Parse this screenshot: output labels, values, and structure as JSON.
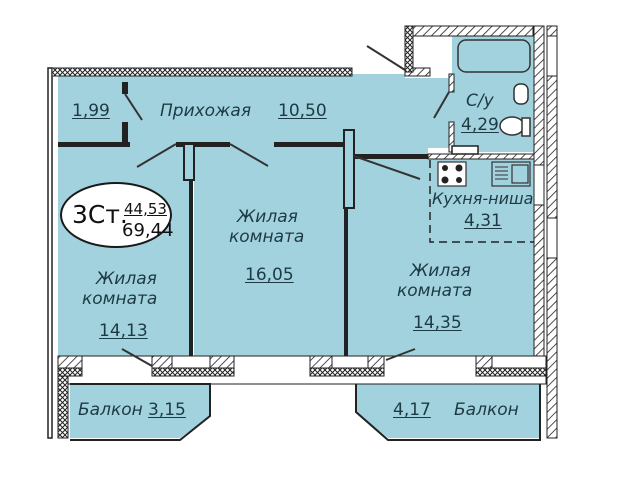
{
  "plan": {
    "type_label": "3Ст.",
    "living_area": "44,53",
    "total_area": "69,44",
    "fill_color": "#a2d2de",
    "wall_color": "#1a1a1a"
  },
  "rooms": {
    "storage": {
      "name": "",
      "area": "1,99"
    },
    "hallway": {
      "name": "Прихожая",
      "area": "10,50"
    },
    "bathroom": {
      "name": "С/у",
      "area": "4,29"
    },
    "kitchen": {
      "name": "Кухня-ниша",
      "area": "4,31"
    },
    "living_left": {
      "name_line1": "Жилая",
      "name_line2": "комната",
      "area": "14,13"
    },
    "living_center": {
      "name_line1": "Жилая",
      "name_line2": "комната",
      "area": "16,05"
    },
    "living_right": {
      "name_line1": "Жилая",
      "name_line2": "комната",
      "area": "14,35"
    },
    "balcony_left": {
      "name": "Балкон",
      "area": "3,15"
    },
    "balcony_right": {
      "name": "Балкон",
      "area": "4,17"
    }
  }
}
